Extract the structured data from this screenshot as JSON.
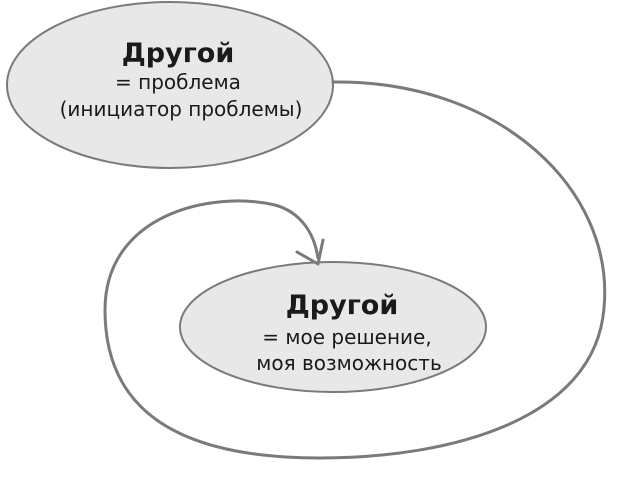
{
  "colors": {
    "ellipse_fill": "#e8e8e8",
    "ellipse_stroke": "#7a7a7a",
    "arrow_stroke": "#7a7a7a",
    "text": "#1a1a1a"
  },
  "nodes": [
    {
      "title": "Другой",
      "line1": "= проблема",
      "line2": "(инициатор проблемы)"
    },
    {
      "title": "Другой",
      "line1": "= мое решение,",
      "line2": "моя возможность"
    }
  ]
}
